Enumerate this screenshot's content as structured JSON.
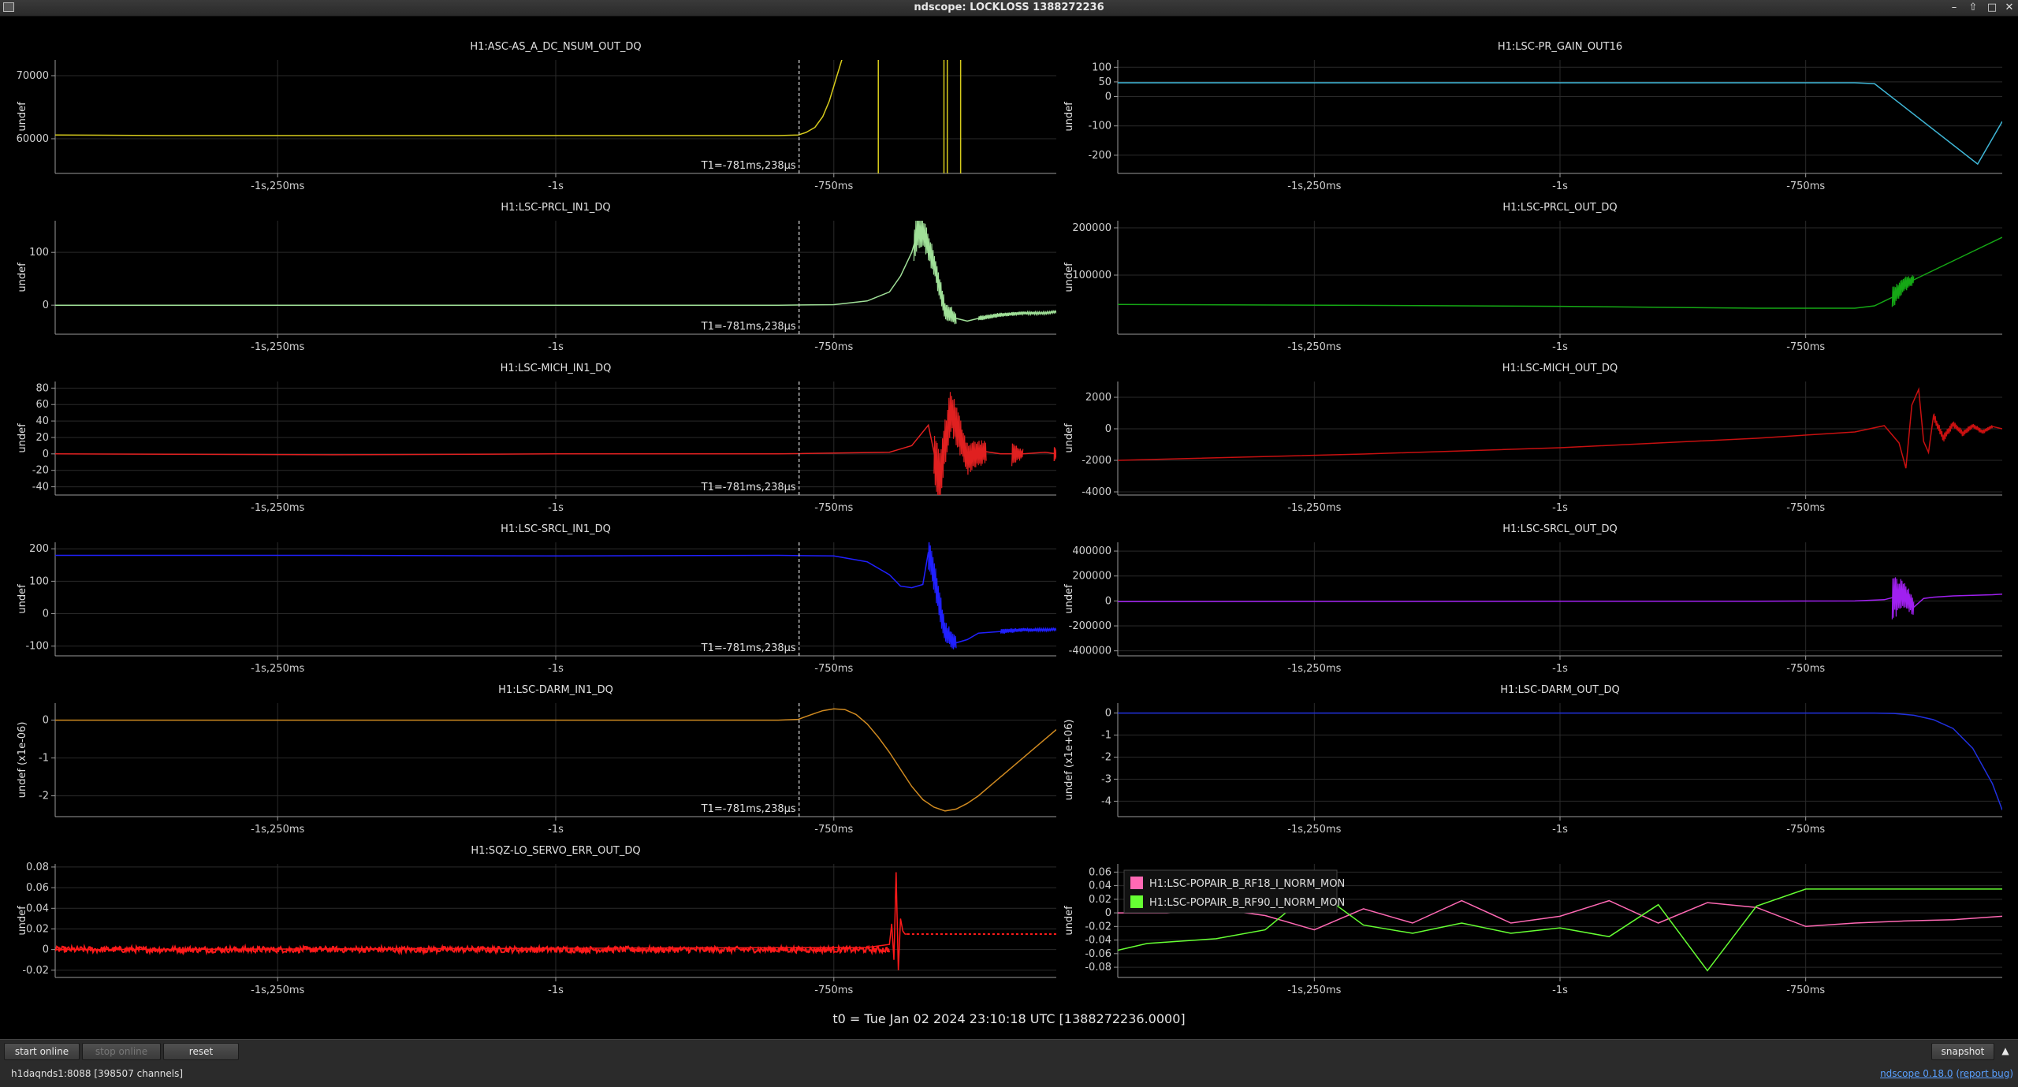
{
  "window": {
    "title": "ndscope: LOCKLOSS 1388272236"
  },
  "t0_label": "t0 = Tue Jan 02 2024 23:10:18 UTC [1388272236.0000]",
  "cursor_label": "T1=-781ms,238μs",
  "toolbar": {
    "start_online": "start online",
    "stop_online": "stop online",
    "reset": "reset",
    "snapshot": "snapshot",
    "expand_icon": "triangle-up-icon"
  },
  "status": {
    "server": "h1daqnds1:8088  [398507 channels]",
    "version": "ndscope 0.18.0",
    "report": "report bug"
  },
  "colors": {
    "background": "#000000",
    "grid": "#2a2a2a",
    "axis": "#9a9a9a",
    "cursor": "#cfcfcf"
  },
  "chart_data": [
    {
      "type": "line",
      "title": "H1:ASC-AS_A_DC_NSUM_OUT_DQ",
      "ylabel": "undef",
      "color": "#d8cc1c",
      "xlim": [
        -1.45,
        -0.55
      ],
      "ylim": [
        54500,
        72500
      ],
      "yticks": [
        60000,
        70000
      ],
      "ytick_labels": [
        "60000",
        "70000"
      ],
      "cursor_x": -0.781238,
      "series": [
        {
          "x": [
            -1.45,
            -1.35,
            -1.2,
            -1.0,
            -0.9,
            -0.8,
            -0.782,
            -0.775,
            -0.767,
            -0.76,
            -0.754,
            -0.748,
            -0.742
          ],
          "y": [
            60600,
            60500,
            60500,
            60500,
            60500,
            60500,
            60600,
            61000,
            61800,
            63500,
            66000,
            69500,
            73000
          ]
        }
      ],
      "spikes": [
        {
          "x": -0.71,
          "y0": 54500,
          "y1": 73000
        },
        {
          "x": -0.651,
          "y0": 54500,
          "y1": 73000
        },
        {
          "x": -0.648,
          "y0": 54500,
          "y1": 73000
        },
        {
          "x": -0.636,
          "y0": 54500,
          "y1": 73000
        }
      ]
    },
    {
      "type": "line",
      "title": "H1:LSC-PR_GAIN_OUT16",
      "ylabel": "undef",
      "color": "#3fb6d6",
      "xlim": [
        -1.45,
        -0.55
      ],
      "ylim": [
        -262,
        125
      ],
      "yticks": [
        -200,
        -100,
        0,
        50,
        100
      ],
      "ytick_labels": [
        "-200",
        "-100",
        "0",
        "50",
        "100"
      ],
      "series": [
        {
          "x": [
            -1.45,
            -1.2,
            -0.9,
            -0.7,
            -0.68,
            -0.575,
            -0.55
          ],
          "y": [
            47,
            47,
            47,
            47,
            44,
            -230,
            -85
          ]
        }
      ]
    },
    {
      "type": "line",
      "title": "H1:LSC-PRCL_IN1_DQ",
      "ylabel": "undef",
      "color": "#a0e098",
      "xlim": [
        -1.45,
        -0.55
      ],
      "ylim": [
        -55,
        160
      ],
      "yticks": [
        0,
        100
      ],
      "ytick_labels": [
        "0",
        "100"
      ],
      "cursor_x": -0.781238,
      "series": [
        {
          "x": [
            -1.45,
            -1.2,
            -1.0,
            -0.8,
            -0.75,
            -0.72,
            -0.7,
            -0.69,
            -0.68,
            -0.675,
            -0.67,
            -0.66,
            -0.65,
            -0.64,
            -0.63,
            -0.62,
            -0.6,
            -0.58,
            -0.56,
            -0.55
          ],
          "y": [
            0,
            0,
            0,
            0,
            1,
            8,
            25,
            55,
            100,
            135,
            140,
            80,
            -10,
            -25,
            -30,
            -25,
            -18,
            -15,
            -15,
            -12
          ]
        }
      ],
      "bursts": [
        {
          "x0": -0.678,
          "x1": -0.64,
          "amp": 35
        },
        {
          "x0": -0.62,
          "x1": -0.55,
          "amp": 5
        }
      ]
    },
    {
      "type": "line",
      "title": "H1:LSC-PRCL_OUT_DQ",
      "ylabel": "undef",
      "color": "#15a815",
      "xlim": [
        -1.45,
        -0.55
      ],
      "ylim": [
        -25000,
        215000
      ],
      "yticks": [
        100000,
        200000
      ],
      "ytick_labels": [
        "100000",
        "200000"
      ],
      "series": [
        {
          "x": [
            -1.45,
            -1.2,
            -1.0,
            -0.8,
            -0.7,
            -0.68,
            -0.66,
            -0.65,
            -0.64,
            -0.62,
            -0.6,
            -0.58,
            -0.55
          ],
          "y": [
            38000,
            36000,
            34000,
            30000,
            30000,
            35000,
            55000,
            80000,
            90000,
            110000,
            130000,
            150000,
            180000
          ]
        }
      ],
      "bursts": [
        {
          "x0": -0.662,
          "x1": -0.64,
          "amp": 25000
        }
      ]
    },
    {
      "type": "line",
      "title": "H1:LSC-MICH_IN1_DQ",
      "ylabel": "undef",
      "color": "#e02020",
      "xlim": [
        -1.45,
        -0.55
      ],
      "ylim": [
        -50,
        88
      ],
      "yticks": [
        -40,
        -20,
        0,
        20,
        40,
        60,
        80
      ],
      "ytick_labels": [
        "-40",
        "-20",
        "0",
        "20",
        "40",
        "60",
        "80"
      ],
      "cursor_x": -0.781238,
      "series": [
        {
          "x": [
            -1.45,
            -1.2,
            -1.0,
            -0.8,
            -0.7,
            -0.68,
            -0.665,
            -0.655,
            -0.645,
            -0.63,
            -0.615,
            -0.6,
            -0.58,
            -0.56,
            -0.55
          ],
          "y": [
            0,
            -1,
            0,
            0,
            2,
            10,
            35,
            -30,
            55,
            -5,
            3,
            0,
            0,
            2,
            0
          ]
        }
      ],
      "bursts": [
        {
          "x0": -0.66,
          "x1": -0.613,
          "amp": 35
        },
        {
          "x0": -0.59,
          "x1": -0.58,
          "amp": 15
        },
        {
          "x0": -0.552,
          "x1": -0.55,
          "amp": 10
        }
      ]
    },
    {
      "type": "line",
      "title": "H1:LSC-MICH_OUT_DQ",
      "ylabel": "undef",
      "color": "#c81010",
      "xlim": [
        -1.45,
        -0.55
      ],
      "ylim": [
        -4200,
        3000
      ],
      "yticks": [
        -4000,
        -2000,
        0,
        2000
      ],
      "ytick_labels": [
        "-4000",
        "-2000",
        "0",
        "2000"
      ],
      "series": [
        {
          "x": [
            -1.45,
            -1.2,
            -1.0,
            -0.8,
            -0.7,
            -0.67,
            -0.655,
            -0.648,
            -0.642,
            -0.635,
            -0.63,
            -0.625,
            -0.62,
            -0.61,
            -0.6,
            -0.59,
            -0.58,
            -0.57,
            -0.56,
            -0.55
          ],
          "y": [
            -2000,
            -1600,
            -1200,
            -600,
            -200,
            200,
            -900,
            -2500,
            1500,
            2500,
            -800,
            -1500,
            800,
            -600,
            300,
            -300,
            200,
            -200,
            150,
            0
          ]
        }
      ],
      "bursts": [
        {
          "x0": -0.62,
          "x1": -0.56,
          "amp": 300
        }
      ]
    },
    {
      "type": "line",
      "title": "H1:LSC-SRCL_IN1_DQ",
      "ylabel": "undef",
      "color": "#2020ff",
      "xlim": [
        -1.45,
        -0.55
      ],
      "ylim": [
        -130,
        220
      ],
      "yticks": [
        -100,
        0,
        100,
        200
      ],
      "ytick_labels": [
        "-100",
        "0",
        "100",
        "200"
      ],
      "cursor_x": -0.781238,
      "series": [
        {
          "x": [
            -1.45,
            -1.2,
            -1.0,
            -0.8,
            -0.75,
            -0.72,
            -0.7,
            -0.69,
            -0.68,
            -0.67,
            -0.665,
            -0.66,
            -0.65,
            -0.64,
            -0.63,
            -0.62,
            -0.6,
            -0.58,
            -0.56,
            -0.55
          ],
          "y": [
            180,
            180,
            178,
            180,
            178,
            160,
            120,
            85,
            80,
            90,
            190,
            120,
            -60,
            -90,
            -80,
            -60,
            -55,
            -50,
            -50,
            -48
          ]
        }
      ],
      "bursts": [
        {
          "x0": -0.665,
          "x1": -0.64,
          "amp": 60
        },
        {
          "x0": -0.6,
          "x1": -0.55,
          "amp": 8
        }
      ]
    },
    {
      "type": "line",
      "title": "H1:LSC-SRCL_OUT_DQ",
      "ylabel": "undef",
      "color": "#a020f0",
      "xlim": [
        -1.45,
        -0.55
      ],
      "ylim": [
        -440000,
        470000
      ],
      "yticks": [
        -400000,
        -200000,
        0,
        200000,
        400000
      ],
      "ytick_labels": [
        "-400000",
        "-200000",
        "0",
        "200000",
        "400000"
      ],
      "series": [
        {
          "x": [
            -1.45,
            -1.2,
            -1.0,
            -0.8,
            -0.7,
            -0.67,
            -0.65,
            -0.64,
            -0.63,
            -0.62,
            -0.6,
            -0.58,
            -0.56,
            -0.55
          ],
          "y": [
            -5000,
            -4000,
            -3000,
            -2000,
            0,
            10000,
            50000,
            -50000,
            20000,
            30000,
            40000,
            45000,
            50000,
            55000
          ]
        }
      ],
      "bursts": [
        {
          "x0": -0.662,
          "x1": -0.64,
          "amp": 180000
        }
      ]
    },
    {
      "type": "line",
      "title": "H1:LSC-DARM_IN1_DQ",
      "ylabel": "undef (x1e-06)",
      "color": "#d08a20",
      "xlim": [
        -1.45,
        -0.55
      ],
      "ylim": [
        -2.55,
        0.45
      ],
      "yticks": [
        -2,
        -1,
        0
      ],
      "ytick_labels": [
        "-2",
        "-1",
        "0"
      ],
      "cursor_x": -0.781238,
      "series": [
        {
          "x": [
            -1.45,
            -1.2,
            -1.0,
            -0.8,
            -0.782,
            -0.77,
            -0.76,
            -0.75,
            -0.74,
            -0.73,
            -0.72,
            -0.71,
            -0.7,
            -0.69,
            -0.68,
            -0.67,
            -0.66,
            -0.65,
            -0.64,
            -0.63,
            -0.62,
            -0.61,
            -0.6,
            -0.59,
            -0.58,
            -0.57,
            -0.56,
            -0.55
          ],
          "y": [
            0,
            0,
            0,
            0,
            0.02,
            0.15,
            0.25,
            0.3,
            0.28,
            0.15,
            -0.1,
            -0.45,
            -0.85,
            -1.3,
            -1.75,
            -2.1,
            -2.3,
            -2.4,
            -2.35,
            -2.2,
            -2.0,
            -1.75,
            -1.5,
            -1.25,
            -1.0,
            -0.75,
            -0.5,
            -0.25
          ]
        }
      ]
    },
    {
      "type": "line",
      "title": "H1:LSC-DARM_OUT_DQ",
      "ylabel": "undef (x1e+06)",
      "color": "#2030e0",
      "xlim": [
        -1.45,
        -0.55
      ],
      "ylim": [
        -4.7,
        0.45
      ],
      "yticks": [
        -4,
        -3,
        -2,
        -1,
        0
      ],
      "ytick_labels": [
        "-4",
        "-3",
        "-2",
        "-1",
        "0"
      ],
      "series": [
        {
          "x": [
            -1.45,
            -1.2,
            -1.0,
            -0.8,
            -0.7,
            -0.68,
            -0.66,
            -0.64,
            -0.62,
            -0.6,
            -0.58,
            -0.56,
            -0.55
          ],
          "y": [
            0,
            0,
            0,
            0,
            0,
            0,
            -0.02,
            -0.1,
            -0.3,
            -0.7,
            -1.6,
            -3.2,
            -4.4
          ]
        }
      ]
    },
    {
      "type": "line",
      "title": "H1:SQZ-LO_SERVO_ERR_OUT_DQ",
      "ylabel": "undef",
      "color": "#ff1a1a",
      "xlim": [
        -1.45,
        -0.55
      ],
      "ylim": [
        -0.027,
        0.083
      ],
      "yticks": [
        -0.02,
        0,
        0.02,
        0.04,
        0.06,
        0.08
      ],
      "ytick_labels": [
        "-0.02",
        "0",
        "0.02",
        "0.04",
        "0.06",
        "0.08"
      ],
      "series": [
        {
          "x": [
            -1.45,
            -0.72,
            -0.7,
            -0.698,
            -0.696,
            -0.694,
            -0.692,
            -0.69,
            -0.688,
            -0.686,
            -0.684
          ],
          "y": [
            0,
            0.002,
            0.005,
            0.025,
            -0.01,
            0.075,
            -0.02,
            0.03,
            0.018,
            0.015,
            0.015
          ]
        },
        {
          "x": [
            -0.684,
            -0.55
          ],
          "y": [
            0.015,
            0.015
          ],
          "dashed": true
        }
      ],
      "noise": [
        {
          "x0": -1.45,
          "x1": -0.7,
          "amp": 0.003
        }
      ]
    },
    {
      "type": "line",
      "title": "",
      "ylabel": "undef",
      "xlim": [
        -1.45,
        -0.55
      ],
      "ylim": [
        -0.095,
        0.072
      ],
      "yticks": [
        -0.08,
        -0.06,
        -0.04,
        -0.02,
        0,
        0.02,
        0.04,
        0.06
      ],
      "ytick_labels": [
        "-0.08",
        "-0.06",
        "-0.04",
        "-0.02",
        "0",
        "0.02",
        "0.04",
        "0.06"
      ],
      "legend": "top-left",
      "series": [
        {
          "name": "H1:LSC-POPAIR_B_RF18_I_NORM_MON",
          "color": "#ff69b4",
          "x": [
            -1.45,
            -1.4,
            -1.35,
            -1.3,
            -1.25,
            -1.2,
            -1.15,
            -1.1,
            -1.05,
            -1.0,
            -0.95,
            -0.9,
            -0.85,
            -0.8,
            -0.75,
            -0.7,
            -0.65,
            -0.6,
            -0.55
          ],
          "y": [
            0,
            0,
            0.006,
            -0.004,
            -0.025,
            0.006,
            -0.015,
            0.018,
            -0.015,
            -0.005,
            0.018,
            -0.015,
            0.015,
            0.008,
            -0.02,
            -0.015,
            -0.012,
            -0.01,
            -0.005
          ]
        },
        {
          "name": "H1:LSC-POPAIR_B_RF90_I_NORM_MON",
          "color": "#66ff33",
          "x": [
            -1.45,
            -1.42,
            -1.35,
            -1.3,
            -1.25,
            -1.2,
            -1.15,
            -1.1,
            -1.05,
            -1.0,
            -0.95,
            -0.9,
            -0.85,
            -0.8,
            -0.75,
            -0.7,
            -0.65,
            -0.6,
            -0.55
          ],
          "y": [
            -0.055,
            -0.045,
            -0.038,
            -0.025,
            0.035,
            -0.018,
            -0.03,
            -0.015,
            -0.03,
            -0.022,
            -0.035,
            0.012,
            -0.085,
            0.01,
            0.035,
            0.035,
            0.035,
            0.035,
            0.035
          ]
        }
      ]
    }
  ]
}
